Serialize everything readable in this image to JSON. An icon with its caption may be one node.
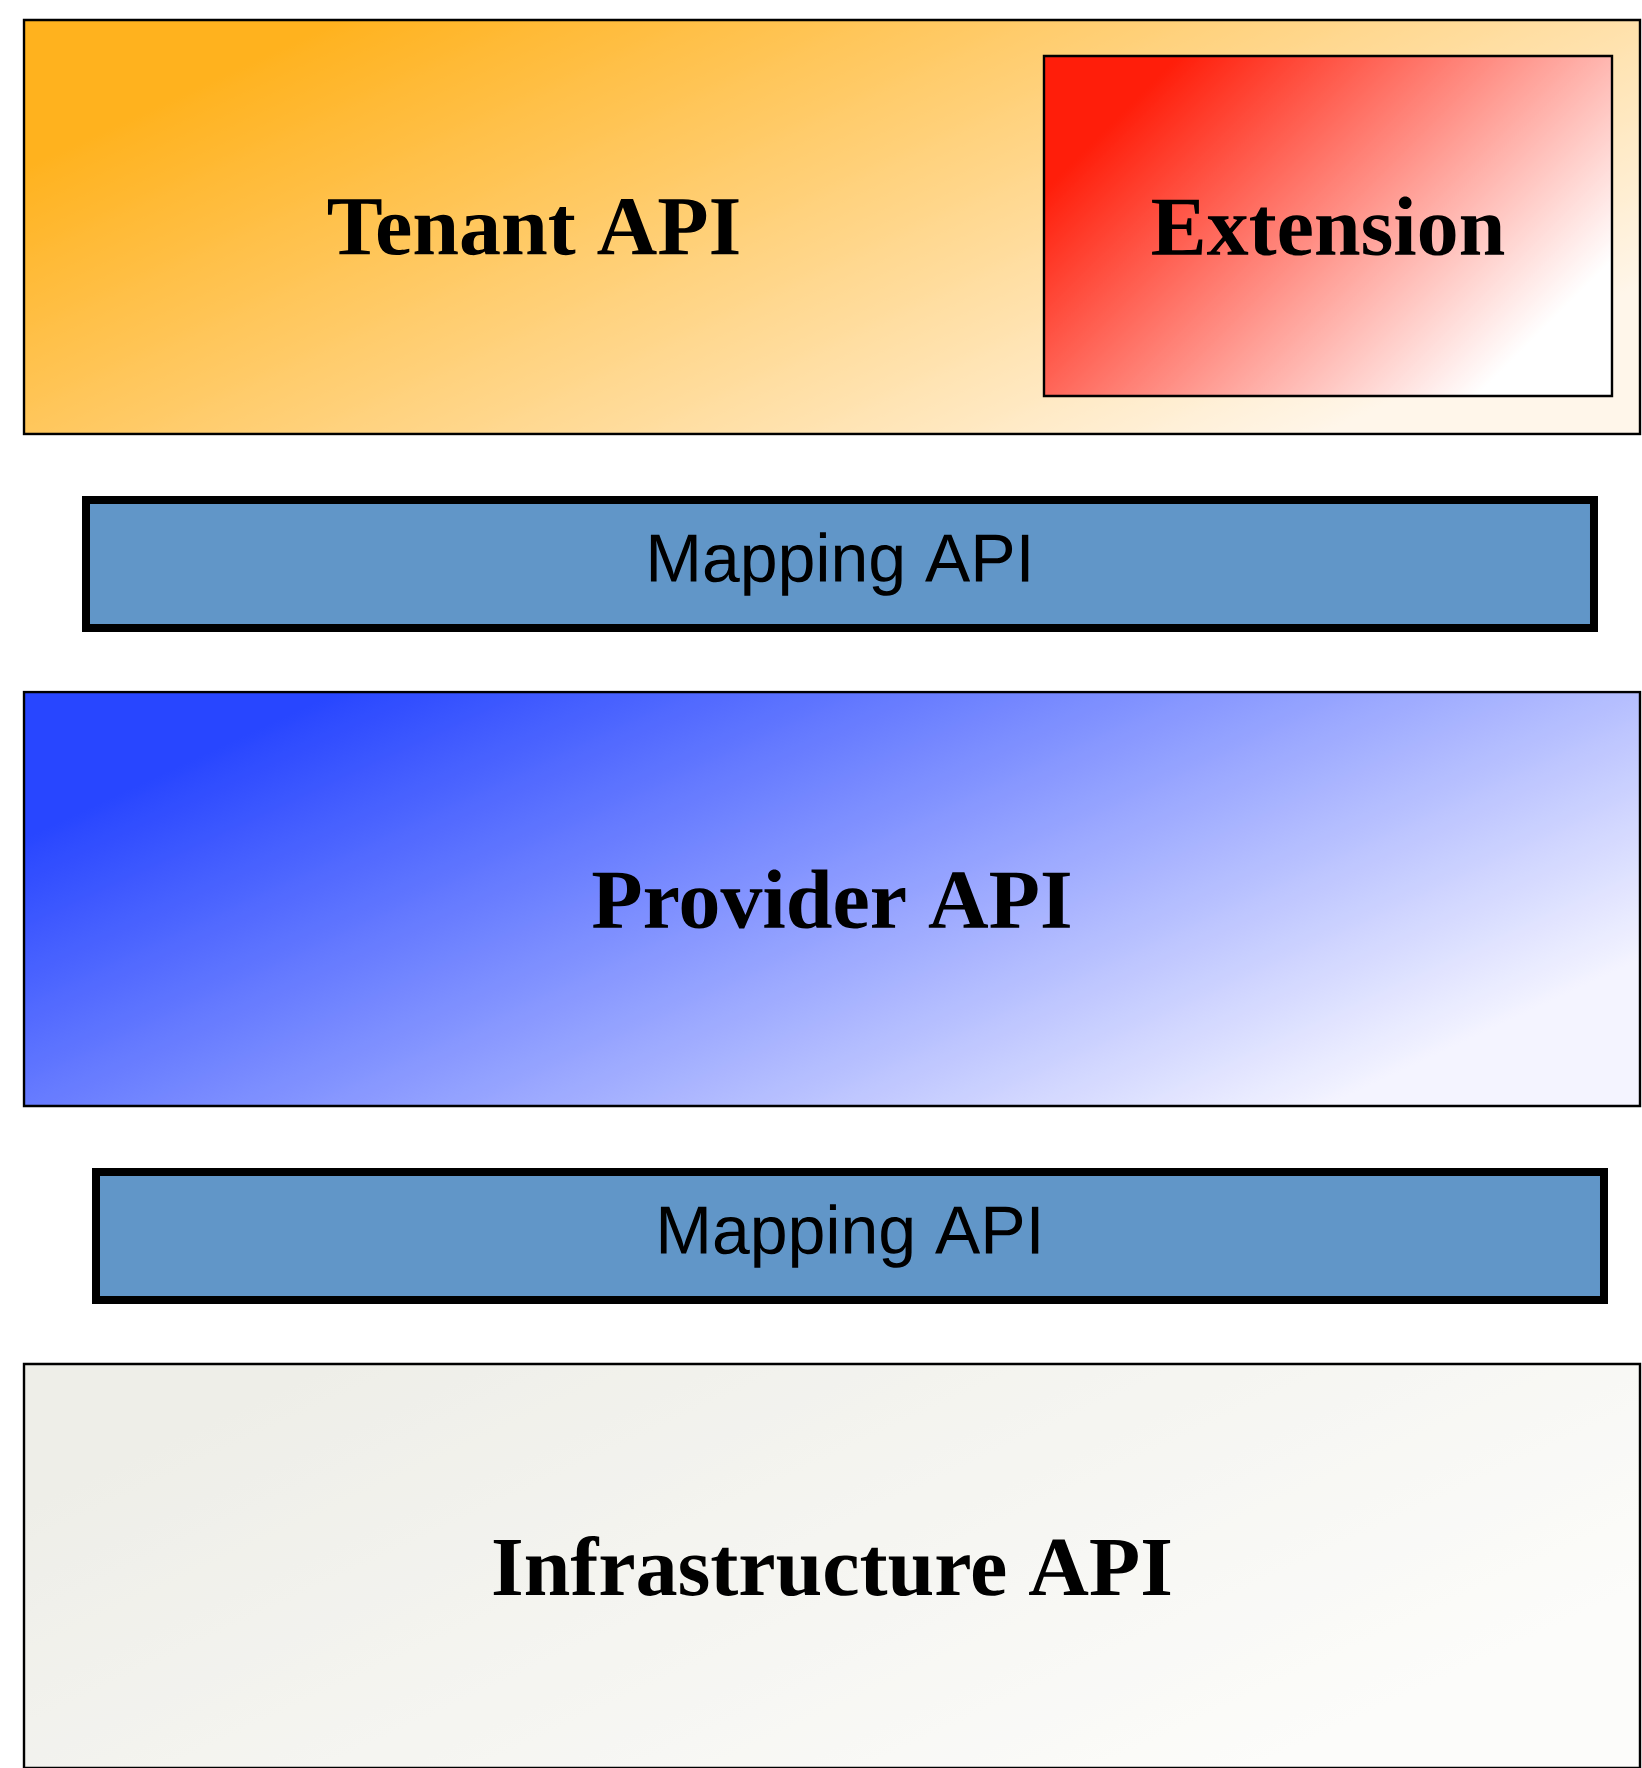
{
  "diagram": {
    "nodes": [
      {
        "text": [
          "Tenant API"
        ]
      },
      {
        "text": [
          "Extension"
        ],
        "in": 0
      },
      {
        "text": [
          "Mapping API"
        ]
      },
      {
        "text": [
          "Provider API"
        ]
      },
      {
        "text": [
          "Mapping API"
        ]
      },
      {
        "text": [
          "Infrastructure API"
        ]
      }
    ]
  }
}
